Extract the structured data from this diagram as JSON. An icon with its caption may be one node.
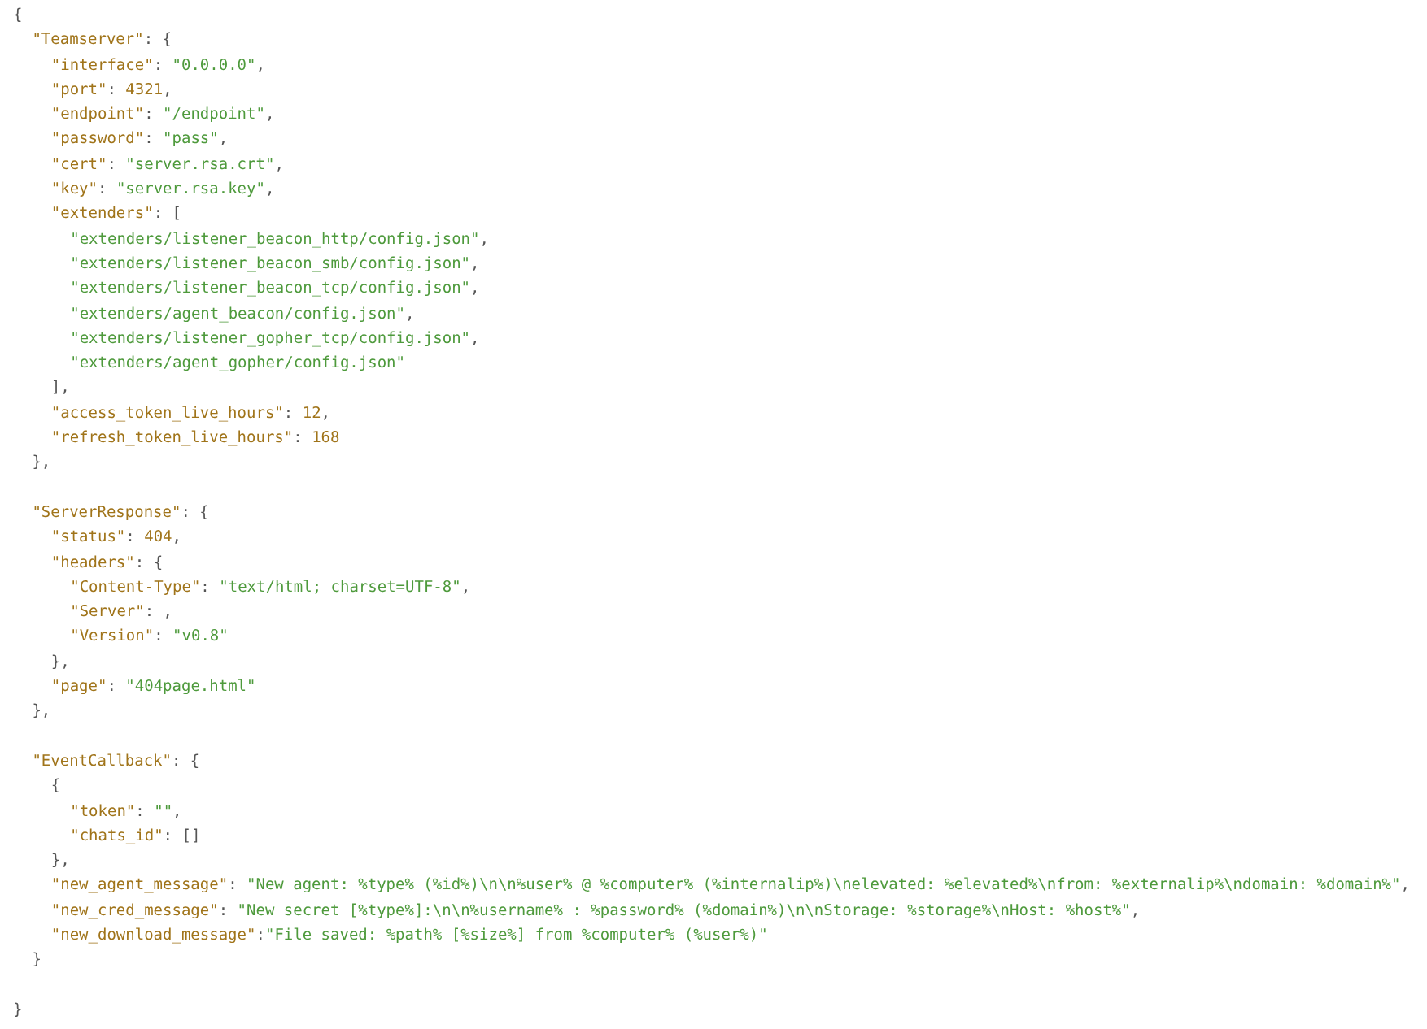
{
  "diagram": {
    "labels": [
      "{",
      "\"Teamserver\": {",
      "\"interface\": \"0.0.0.0\",",
      "\"port\": 4321,",
      "\"endpoint\": \"/endpoint\",",
      "\"password\": \"pass\",",
      "\"cert\": \"server.rsa.crt\",",
      "\"key\": \"server.rsa.key\",",
      "\"extenders\": [",
      "\"extenders/listener_beacon_http/config.json\",",
      "\"extenders/listener_beacon_smb/config.json\",",
      "\"extenders/listener_beacon_tcp/config.json\",",
      "\"extenders/agent_beacon/config.json\",",
      "\"extenders/listener_gopher_tcp/config.json\",",
      "\"extenders/agent_gopher/config.json\"",
      "],",
      "\"access_token_live_hours\": 12,",
      "\"refresh_token_live_hours\": 168",
      "},",
      "\"ServerResponse\": {",
      "\"status\": 404,",
      "\"headers\": {",
      "\"Content-Type\": \"text/html; charset=UTF-8\",",
      "\"Server\": ,",
      "\"Version\": \"v0.8\"",
      "},",
      "\"page\": \"404page.html\"",
      "},",
      "\"EventCallback\": {",
      "{",
      "\"token\": \"\",",
      "\"chats_id\": []",
      "},",
      "\"new_agent_message\": \"New agent: %type% (%id%)\\n\\n%user% @ %computer% (%internalip%)\\nelevated: %elevated%\\nfrom: %externalip%\\ndomain: %domain%\",",
      "\"new_cred_message\": \"New secret [%type%]:\\n\\n%username% : %password% (%domain%)\\n\\nStorage: %storage%\\nHost: %host%\",",
      "\"new_download_message\":\"File saved: %path% [%size%] from %computer% (%user%)\"",
      "}",
      "}"
    ]
  }
}
